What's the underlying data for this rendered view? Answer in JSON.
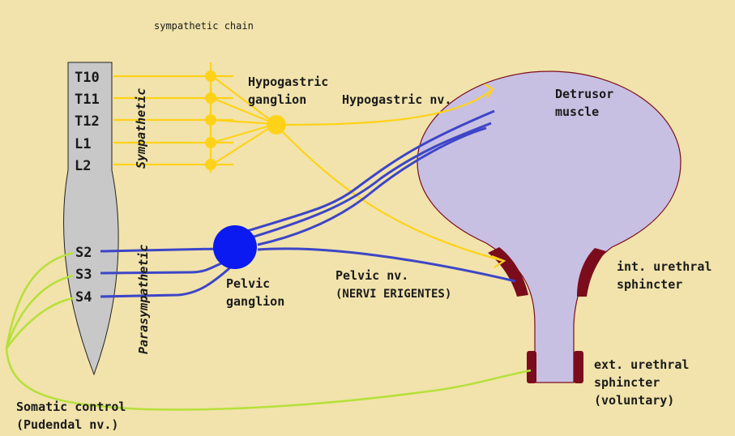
{
  "title": "sympathetic chain",
  "segments": {
    "thoracolumbar": [
      "T10",
      "T11",
      "T12",
      "L1",
      "L2"
    ],
    "sacral": [
      "S2",
      "S3",
      "S4"
    ]
  },
  "divisions": {
    "sympathetic": "Sympathetic",
    "parasympathetic": "Parasympathetic"
  },
  "labels": {
    "hypogastric_ganglion": [
      "Hypogastric",
      "ganglion"
    ],
    "hypogastric_nerve": "Hypogastric nv.",
    "detrusor": [
      "Detrusor",
      "muscle"
    ],
    "int_sphincter": [
      "int. urethral",
      "sphincter"
    ],
    "pelvic_ganglion": [
      "Pelvic",
      "ganglion"
    ],
    "pelvic_nerve": [
      "Pelvic nv.",
      "(NERVI ERIGENTES)"
    ],
    "ext_sphincter": [
      "ext. urethral",
      "sphincter",
      "(voluntary)"
    ],
    "somatic": [
      "Somatic control",
      "(Pudendal nv.)"
    ]
  },
  "colors": {
    "background": "#f1e3ab",
    "spinal_cord": "#c8c8c8",
    "bladder": "#c8c0e2",
    "sympathetic": "#ffd21a",
    "parasympathetic": "#3d45c8",
    "pelvic_ganglion": "#0a1af0",
    "somatic": "#b6e03a",
    "sphincter": "#7a0c1c"
  }
}
